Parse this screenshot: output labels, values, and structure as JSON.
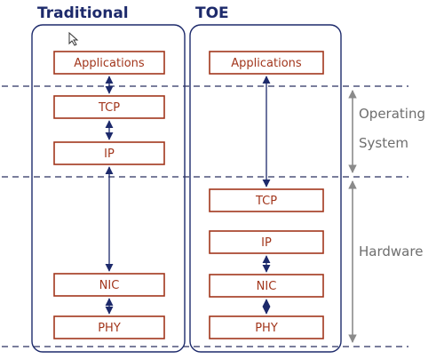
{
  "columns": [
    {
      "id": "traditional",
      "title": "Traditional",
      "layers": [
        "Applications",
        "TCP",
        "IP",
        "NIC",
        "PHY"
      ]
    },
    {
      "id": "toe",
      "title": "TOE",
      "layers": [
        "Applications",
        "TCP",
        "IP",
        "NIC",
        "PHY"
      ]
    }
  ],
  "regions": {
    "operating_system": [
      "Operating",
      "System"
    ],
    "hardware": "Hardware"
  },
  "colors": {
    "column_border": "#1d2a6b",
    "box_border": "#a2361c",
    "box_text": "#a2361c",
    "title_text": "#1d2a6b",
    "side_text": "#6e6e6e"
  }
}
